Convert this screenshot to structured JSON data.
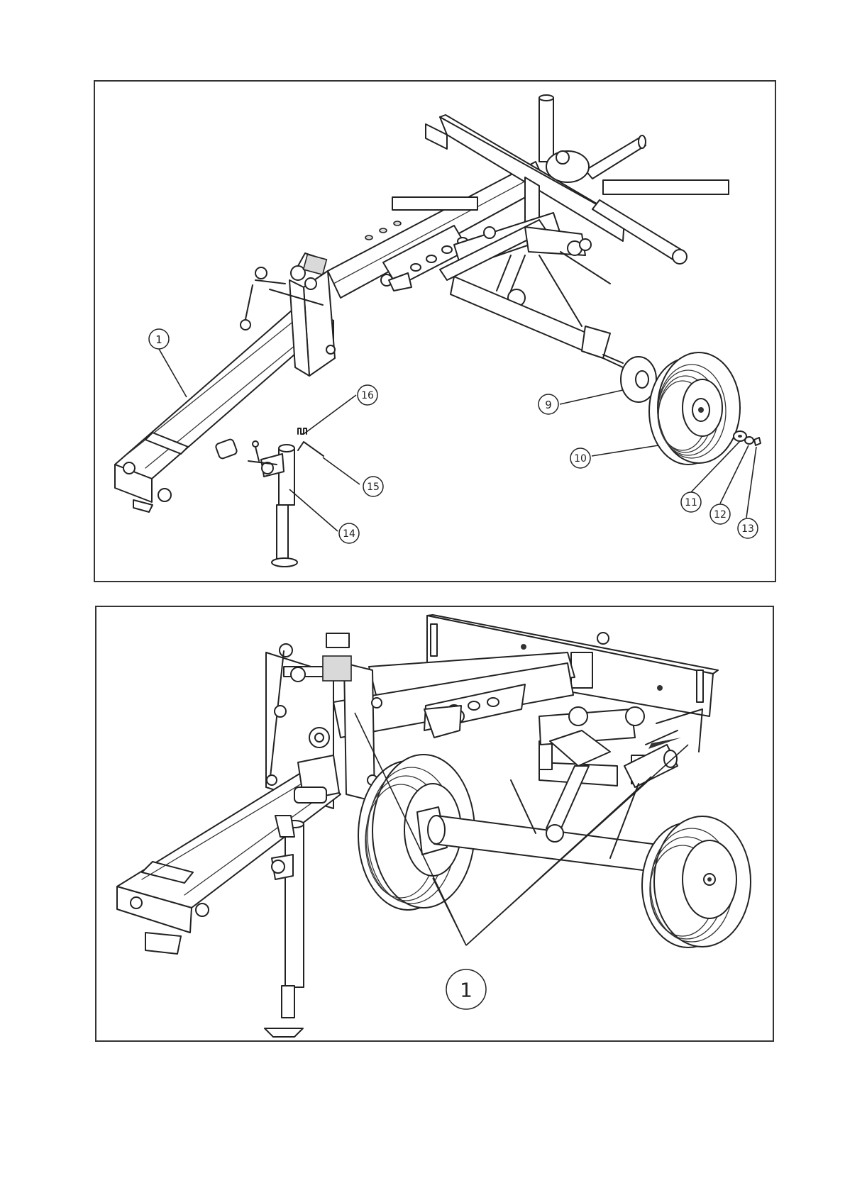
{
  "figure_top": {
    "callouts": [
      {
        "number": "1"
      },
      {
        "number": "9"
      },
      {
        "number": "10"
      },
      {
        "number": "11"
      },
      {
        "number": "12"
      },
      {
        "number": "13"
      },
      {
        "number": "14"
      },
      {
        "number": "15"
      },
      {
        "number": "16"
      }
    ]
  },
  "figure_bottom": {
    "callouts": [
      {
        "number": "1"
      }
    ]
  }
}
